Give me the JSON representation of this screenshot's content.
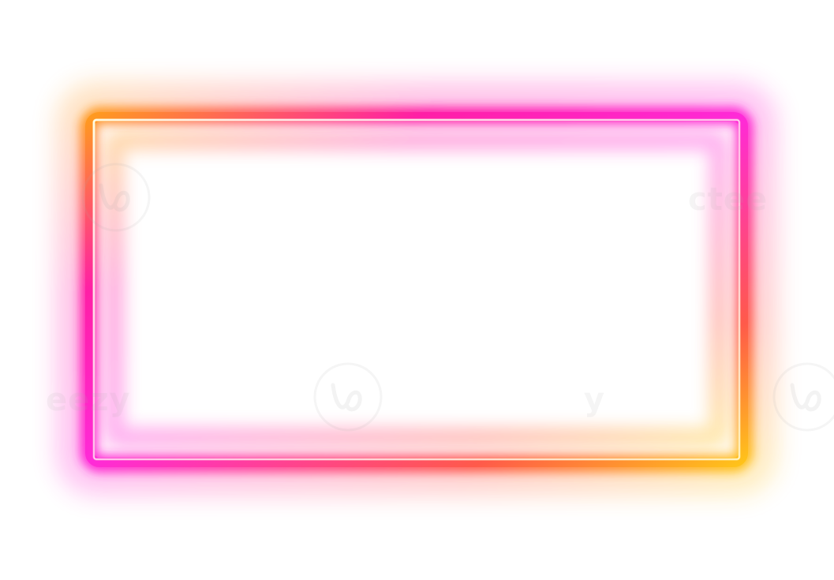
{
  "image": {
    "background_color": "#ffffff",
    "frame": {
      "gradient_colors": [
        "#ff9a1f",
        "#ff1fa6",
        "#ff2ad8",
        "#ff5a4a",
        "#ffc21a"
      ],
      "inner_line_colors": [
        "#fff8c8",
        "#ff7ad8",
        "#ffe070"
      ]
    },
    "watermark": {
      "logo_icon": "vecteezy-v-logo-icon",
      "texts": [
        "eezy",
        "ctee",
        "y"
      ]
    }
  }
}
